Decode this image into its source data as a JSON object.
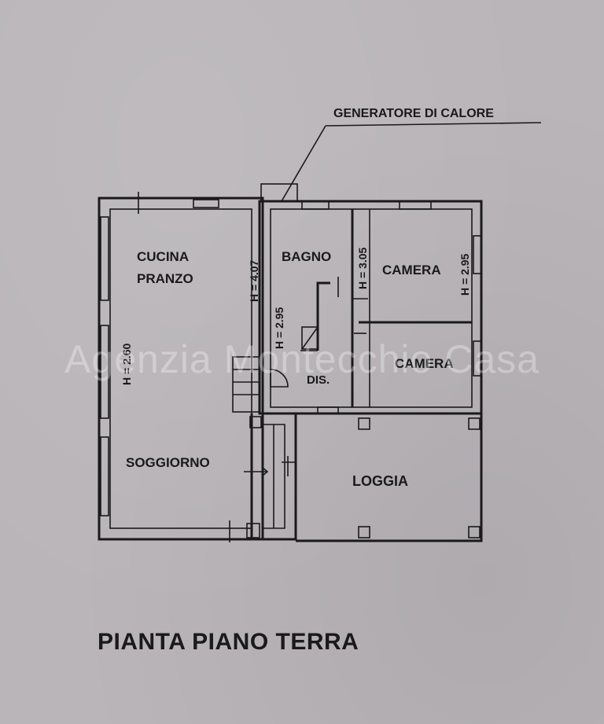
{
  "watermark": "Agenzia Montecchio Casa",
  "title": "PIANTA PIANO TERRA",
  "callout": "GENERATORE DI CALORE",
  "rooms": {
    "cucina_line1": "CUCINA",
    "cucina_line2": "PRANZO",
    "soggiorno": "SOGGIORNO",
    "bagno": "BAGNO",
    "camera1": "CAMERA",
    "camera2": "CAMERA",
    "dis": "DIS.",
    "loggia": "LOGGIA"
  },
  "heights": {
    "soggiorno": "H = 2.60",
    "corridor": "H = 4.07",
    "bagno": "H = 2.95",
    "camera_side": "H = 3.05",
    "camera_right": "H = 2.95"
  },
  "colors": {
    "ink": "#1a1a1a",
    "paper": "#b9b5b9"
  }
}
